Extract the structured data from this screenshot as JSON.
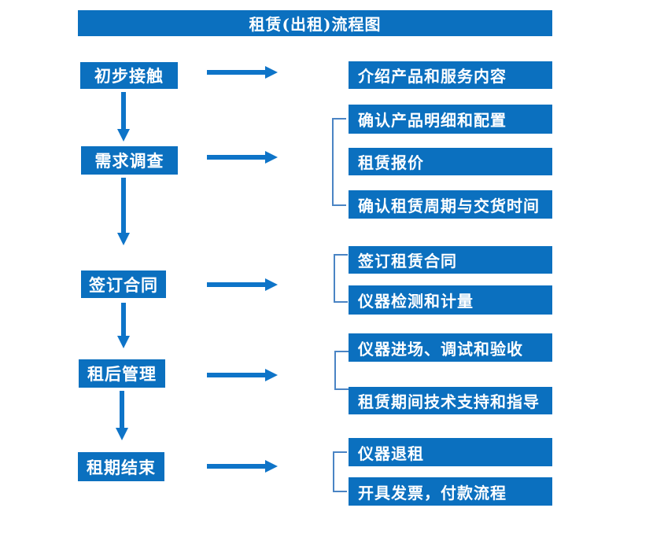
{
  "title": "租赁(出租)流程图",
  "stages": [
    {
      "label": "初步接触",
      "details": [
        "介绍产品和服务内容"
      ]
    },
    {
      "label": "需求调查",
      "details": [
        "确认产品明细和配置",
        "租赁报价",
        "确认租赁周期与交货时间"
      ]
    },
    {
      "label": "签订合同",
      "details": [
        "签订租赁合同",
        "仪器检测和计量"
      ]
    },
    {
      "label": "租后管理",
      "details": [
        "仪器进场、调试和验收",
        "租赁期间技术支持和指导"
      ]
    },
    {
      "label": "租期结束",
      "details": [
        "仪器退租",
        "开具发票，付款流程"
      ]
    }
  ],
  "colors": {
    "box_blue": "#0B70BF",
    "arrow_blue": "#0E74C8",
    "bracket_blue": "#4A84C4",
    "text_white": "#FFFFFF"
  }
}
